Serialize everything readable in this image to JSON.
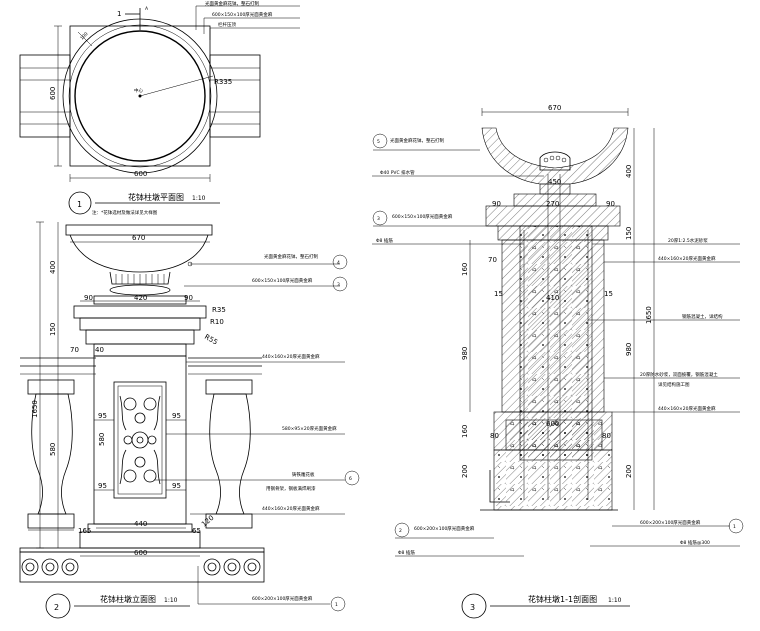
{
  "drawing_titles": {
    "plan": "花钵柱墩平面图",
    "plan_scale": "1:10",
    "elevation": "花钵柱墩立面图",
    "elevation_scale": "1:10",
    "section": "花钵柱墩1-1剖面图",
    "section_scale": "1:10"
  },
  "bubbles": {
    "plan": "1",
    "elevation": "2",
    "section": "3",
    "section_marker": "1"
  },
  "plan": {
    "section_mark_num": "1",
    "section_mark_char": "A",
    "radius": "R335",
    "dim_side": "600",
    "dim_bottom": "600",
    "dim_inner": "100",
    "center_label": "中心",
    "note_small": "注：*花钵选材及做法详见大样图",
    "callouts": [
      "光面黄金麻花钵，整石打制",
      "600×150×100厚光面黄金麻",
      "栏杆压顶"
    ]
  },
  "elevation": {
    "dims": {
      "bowl_width": "670",
      "bowl_height": "400",
      "neck_width": "420",
      "step90_left": "90",
      "step90_right": "90",
      "cap_height": "150",
      "body_height": "580",
      "total_height": "1650",
      "r35": "R35",
      "r10": "R10",
      "r55": "R55",
      "d70": "70",
      "d40": "40",
      "d95a": "95",
      "d95b": "95",
      "d95c": "95",
      "d95d": "95",
      "d440": "440",
      "d165": "165",
      "d65": "65",
      "d120": "120",
      "d600": "600"
    },
    "callouts": [
      "光面黄金麻花钵，整石打制",
      "600×150×100厚光面黄金麻",
      "440×160×20厚光面黄金麻",
      "580×95×20厚光面黄金麻",
      "铸铁雕花板",
      "用钢骨架，钢板满焊刷漆",
      "440×160×20厚光面黄金麻",
      "600×200×100厚光面黄金麻"
    ],
    "callout_tags": {
      "t4": "4",
      "t3": "3",
      "t6": "6",
      "t1": "1"
    }
  },
  "section": {
    "dims": {
      "top_width": "670",
      "bowl_h": "400",
      "d450": "450",
      "d270": "270",
      "d90a": "90",
      "d90b": "90",
      "d150": "150",
      "d160a": "160",
      "d160b": "160",
      "d70": "70",
      "d15a": "15",
      "d15b": "15",
      "d410": "410",
      "d980a": "980",
      "d980b": "980",
      "d1650": "1650",
      "d80a": "80",
      "d80b": "80",
      "d600": "600",
      "d200a": "200",
      "d200b": "200"
    },
    "callouts": {
      "bowl": "光面黄金麻花钵，整石打制",
      "pvc": "Φ40 PVC 排水管",
      "cap": "600×150×100厚光面黄金麻",
      "anchor": "Φ8 插筋",
      "mortar": "20厚1:2.5水泥砂浆",
      "facing1": "440×160×20厚光面黄金麻",
      "concrete": "钢筋混凝土，详结构",
      "waterproof": "20厚防水砂浆，双面披覆，钢筋混凝土",
      "waterproof2": "详见结构施工图",
      "facing2": "440×160×20厚光面黄金麻",
      "base_left": "600×200×100厚光面黄金麻",
      "base_right": "600×200×100厚光面黄金麻",
      "rebar_left": "Φ8 插筋",
      "rebar_right": "Φ8 插筋@300"
    },
    "tags": {
      "t5": "5",
      "t3": "3",
      "t2": "2",
      "t1": "1"
    }
  }
}
